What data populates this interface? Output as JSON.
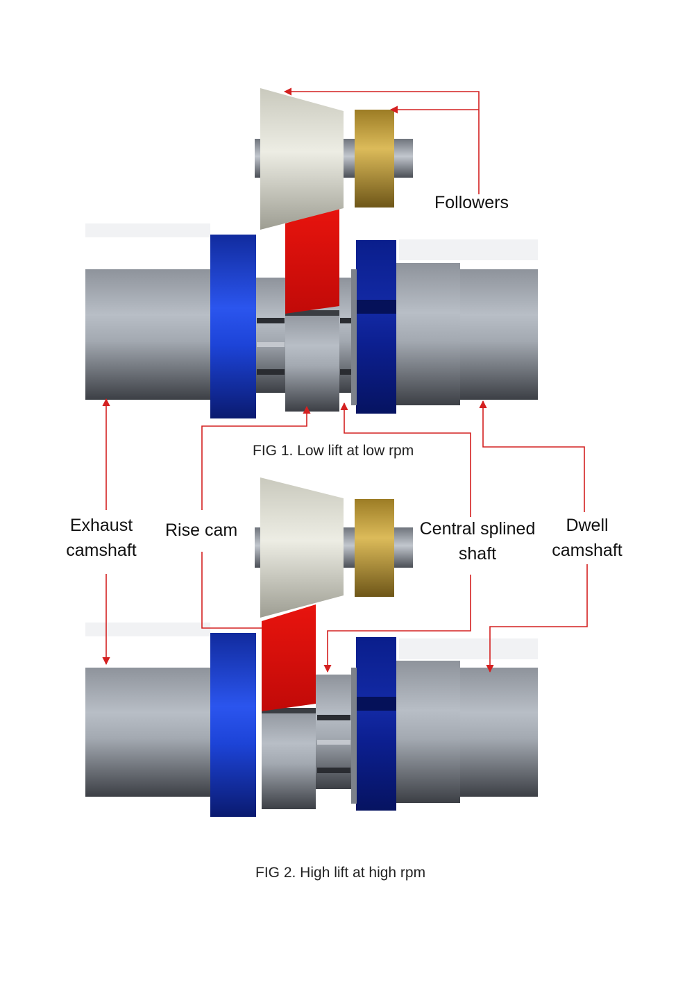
{
  "labels": {
    "followers": "Followers",
    "exhaust_camshaft": [
      "Exhaust",
      "camshaft"
    ],
    "rise_cam": "Rise cam",
    "central_splined_shaft": [
      "Central splined",
      "shaft"
    ],
    "dwell_camshaft": [
      "Dwell",
      "camshaft"
    ]
  },
  "captions": {
    "fig1": "FIG 1. Low lift at low rpm",
    "fig2": "FIG 2. High lift at high rpm"
  },
  "colors": {
    "shaft_grey": "#9fa5ad",
    "blue_flange": "#1a3fd6",
    "navy_flange": "#0a1e8c",
    "rise_cam_red": "#e0100c",
    "follower_cone": "#d9d9cc",
    "follower_roller": "#c8a440",
    "leader_lines": "#d42020"
  }
}
